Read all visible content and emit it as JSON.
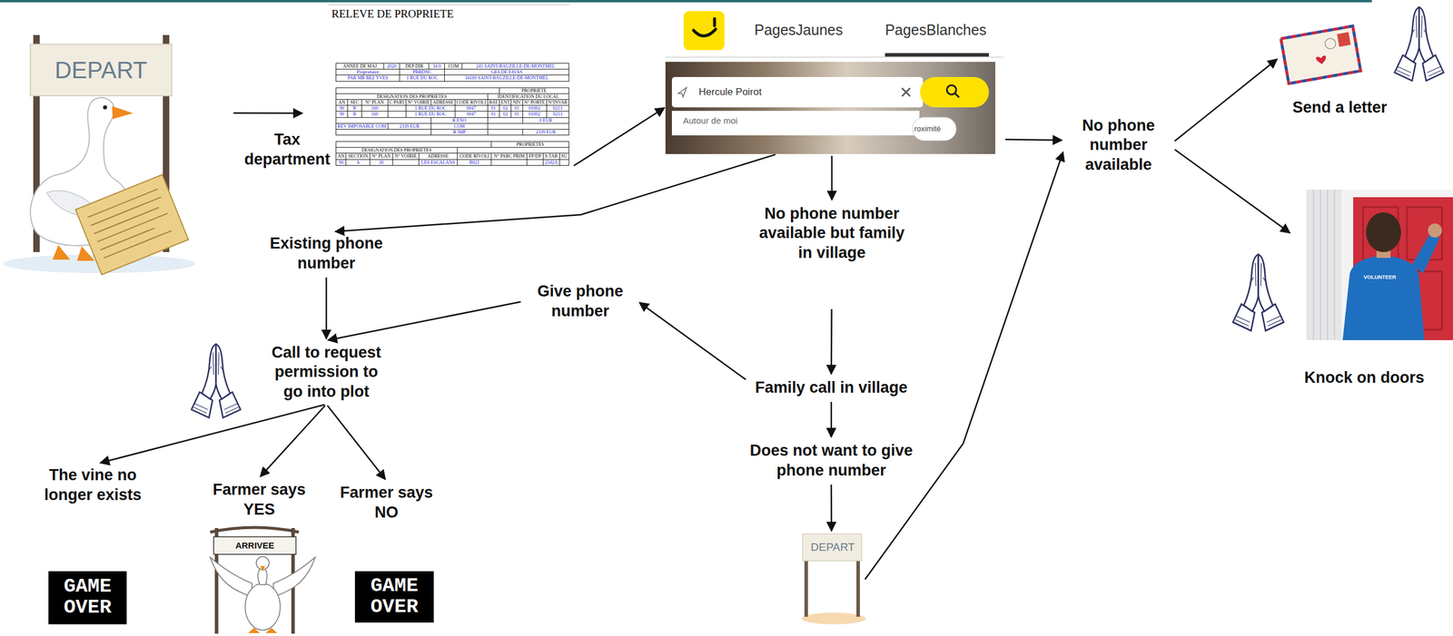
{
  "diagram": {
    "nodes": [
      {
        "text": [
          "DEPART"
        ]
      },
      {
        "text": [
          "RELEVE DE PROPRIETE"
        ]
      },
      {
        "text": [
          "PagesJaunes",
          "PagesBlanches",
          "Hercule Poirot",
          "Autour de moi",
          "roximité"
        ]
      },
      {
        "text": [
          "No phone number available"
        ]
      },
      {
        "text": [
          "Send a letter"
        ]
      },
      {
        "text": [
          "Knock on doors"
        ]
      },
      {
        "text": [
          "Existing phone number"
        ]
      },
      {
        "text": [
          "No phone number available but family in village"
        ]
      },
      {
        "text": [
          "Give phone number"
        ]
      },
      {
        "text": [
          "Call to request permission to go into plot"
        ]
      },
      {
        "text": [
          "Family call in village"
        ]
      },
      {
        "text": [
          "Does not want to give phone number"
        ]
      },
      {
        "text": [
          "The vine no longer exists"
        ]
      },
      {
        "text": [
          "Farmer says YES"
        ]
      },
      {
        "text": [
          "Farmer says NO"
        ]
      },
      {
        "text": [
          "DEPART"
        ]
      },
      {
        "text": [
          "ARRIVEE"
        ]
      },
      {
        "text": [
          "GAME OVER"
        ]
      },
      {
        "text": [
          "GAME OVER"
        ]
      }
    ],
    "edges": [
      {
        "from": 0,
        "to": 1,
        "label": "Tax department",
        "arrow": "to"
      },
      {
        "from": 1,
        "to": 2,
        "arrow": "to"
      },
      {
        "from": 2,
        "to": 6,
        "arrow": "to"
      },
      {
        "from": 2,
        "to": 7,
        "arrow": "to"
      },
      {
        "from": 2,
        "to": 3,
        "arrow": "to"
      },
      {
        "from": 6,
        "to": 9,
        "arrow": "to"
      },
      {
        "from": 8,
        "to": 9,
        "arrow": "to"
      },
      {
        "from": 10,
        "to": 8,
        "arrow": "to"
      },
      {
        "from": 7,
        "to": 10,
        "arrow": "to"
      },
      {
        "from": 10,
        "to": 11,
        "arrow": "to"
      },
      {
        "from": 11,
        "to": 15,
        "arrow": "to"
      },
      {
        "from": 15,
        "to": 3,
        "arrow": "to"
      },
      {
        "from": 3,
        "to": 4,
        "arrow": "to"
      },
      {
        "from": 3,
        "to": 5,
        "arrow": "to"
      },
      {
        "from": 9,
        "to": 12,
        "arrow": "to"
      },
      {
        "from": 9,
        "to": 13,
        "arrow": "to"
      },
      {
        "from": 9,
        "to": 14,
        "arrow": "to"
      }
    ],
    "labels": [
      "ANNEE DE MAJ",
      "2020",
      "DEP DIR",
      "34 0",
      "COM",
      "241 SAINT-BAUZILLE-DE-MONTMEL",
      "Propriétaire",
      "PBRDNC",
      "GFA DE FAVAS",
      "PAR MR BEZ YVES",
      "1 RUE DU ROC",
      "34160 SAINT-BAUZILLE-DE-MONTMEL",
      "PROPRIETE",
      "DESIGNATION DES PROPRIETES",
      "IDENTIFICATION DU LOCAL",
      "AN",
      "SEC",
      "N° PLAN",
      "C PART",
      "N° VOIRIE",
      "ADRESSE",
      "CODE RIVOLI",
      "BAT",
      "ENT",
      "NIV",
      "N° PORTE",
      "N°INVAR",
      "90",
      "B",
      "160",
      "1 RUE DU ROC",
      "0047",
      "01",
      "02",
      "01",
      "01002",
      "0213",
      "90",
      "B",
      "160",
      "1 RUE DU ROC",
      "0047",
      "01",
      "02",
      "01",
      "01002",
      "0213",
      "R EXO",
      "0 EUR",
      "REV IMPOSABLE COM",
      "2339 EUR",
      "COM",
      "R IMP",
      "2339 EUR",
      "PROPRIETES",
      "DESIGNATION DES PROPRIETES",
      "AN",
      "SECTION",
      "N° PLAN",
      "N° VOIRIE",
      "ADRESSE",
      "CODE RIVOLI",
      "N° PARC PRIM",
      "FP/DP",
      "S TAR",
      "SU",
      "90",
      "A",
      "30",
      "LES ESCALANS",
      "B021",
      "2342A",
      "VOLUNTEER"
    ]
  }
}
